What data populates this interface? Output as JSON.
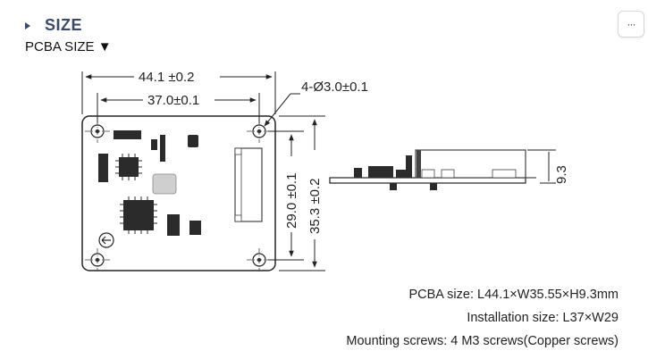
{
  "header": {
    "title": "SIZE",
    "subtitle": "PCBA SIZE ▼",
    "more_icon": "···"
  },
  "drawing": {
    "dim_overall_width": "44.1 ±0.2",
    "dim_hole_width": "37.0±0.1",
    "dim_hole_spec": "4-Ø3.0±0.1",
    "dim_hole_height": "29.0 ±0.1",
    "dim_overall_height": "35.3 ±0.2",
    "dim_thickness": "9.3"
  },
  "specs": {
    "pcba_size": "PCBA size: L44.1×W35.55×H9.3mm",
    "installation_size": "Installation size:  L37×W29",
    "mounting_screws": "Mounting screws: 4 M3 screws(Copper screws)"
  }
}
